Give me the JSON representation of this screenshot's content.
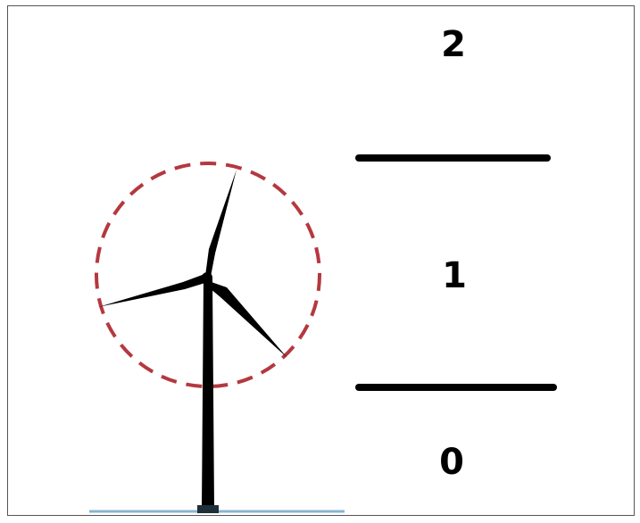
{
  "zones": [
    {
      "label": "2"
    },
    {
      "label": "1"
    },
    {
      "label": "0"
    }
  ],
  "colors": {
    "rotor_circle": "#b5383f",
    "ground": "#8ab4cf",
    "turbine": "#000000",
    "divider": "#000000",
    "border": "#555555"
  },
  "icons": {
    "turbine": "wind-turbine-icon",
    "rotor_swept_area": "dashed-circle"
  }
}
